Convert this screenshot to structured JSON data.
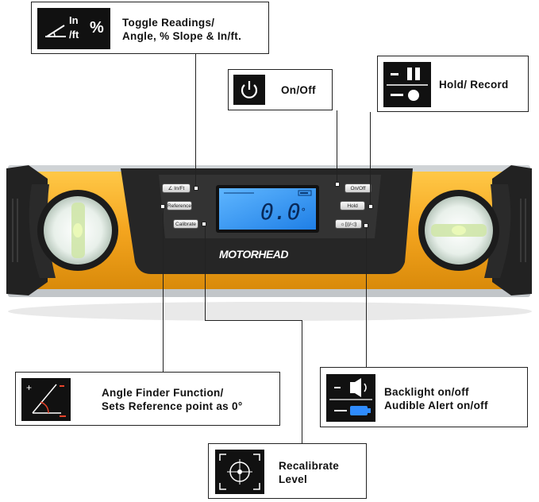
{
  "callouts": {
    "toggle": {
      "title": "Toggle Readings/\nAngle, % Slope & In/ft.",
      "icon_text_in": "In",
      "icon_text_ft": "/ft",
      "icon_text_pct": "%"
    },
    "onoff": {
      "title": "On/Off"
    },
    "hold": {
      "title": "Hold/ Record"
    },
    "angle": {
      "title": "Angle Finder Function/\nSets Reference point as 0°"
    },
    "backlight": {
      "title": "Backlight on/off\nAudible Alert on/off"
    },
    "recalibrate": {
      "title": "Recalibrate\nLevel"
    }
  },
  "device": {
    "brand": "MOTORHEAD",
    "display_value": "0.0",
    "display_unit": "°",
    "buttons": {
      "inft": "∠ In/Ft",
      "reference": "Reference",
      "calibrate": "Calibrate",
      "onoff": "On/Off",
      "hold": "Hold",
      "sound": "☼|))/◁)"
    }
  },
  "colors": {
    "body": "#f4a51f",
    "accent": "#2f8cff",
    "rubber": "#1f1f1f"
  }
}
